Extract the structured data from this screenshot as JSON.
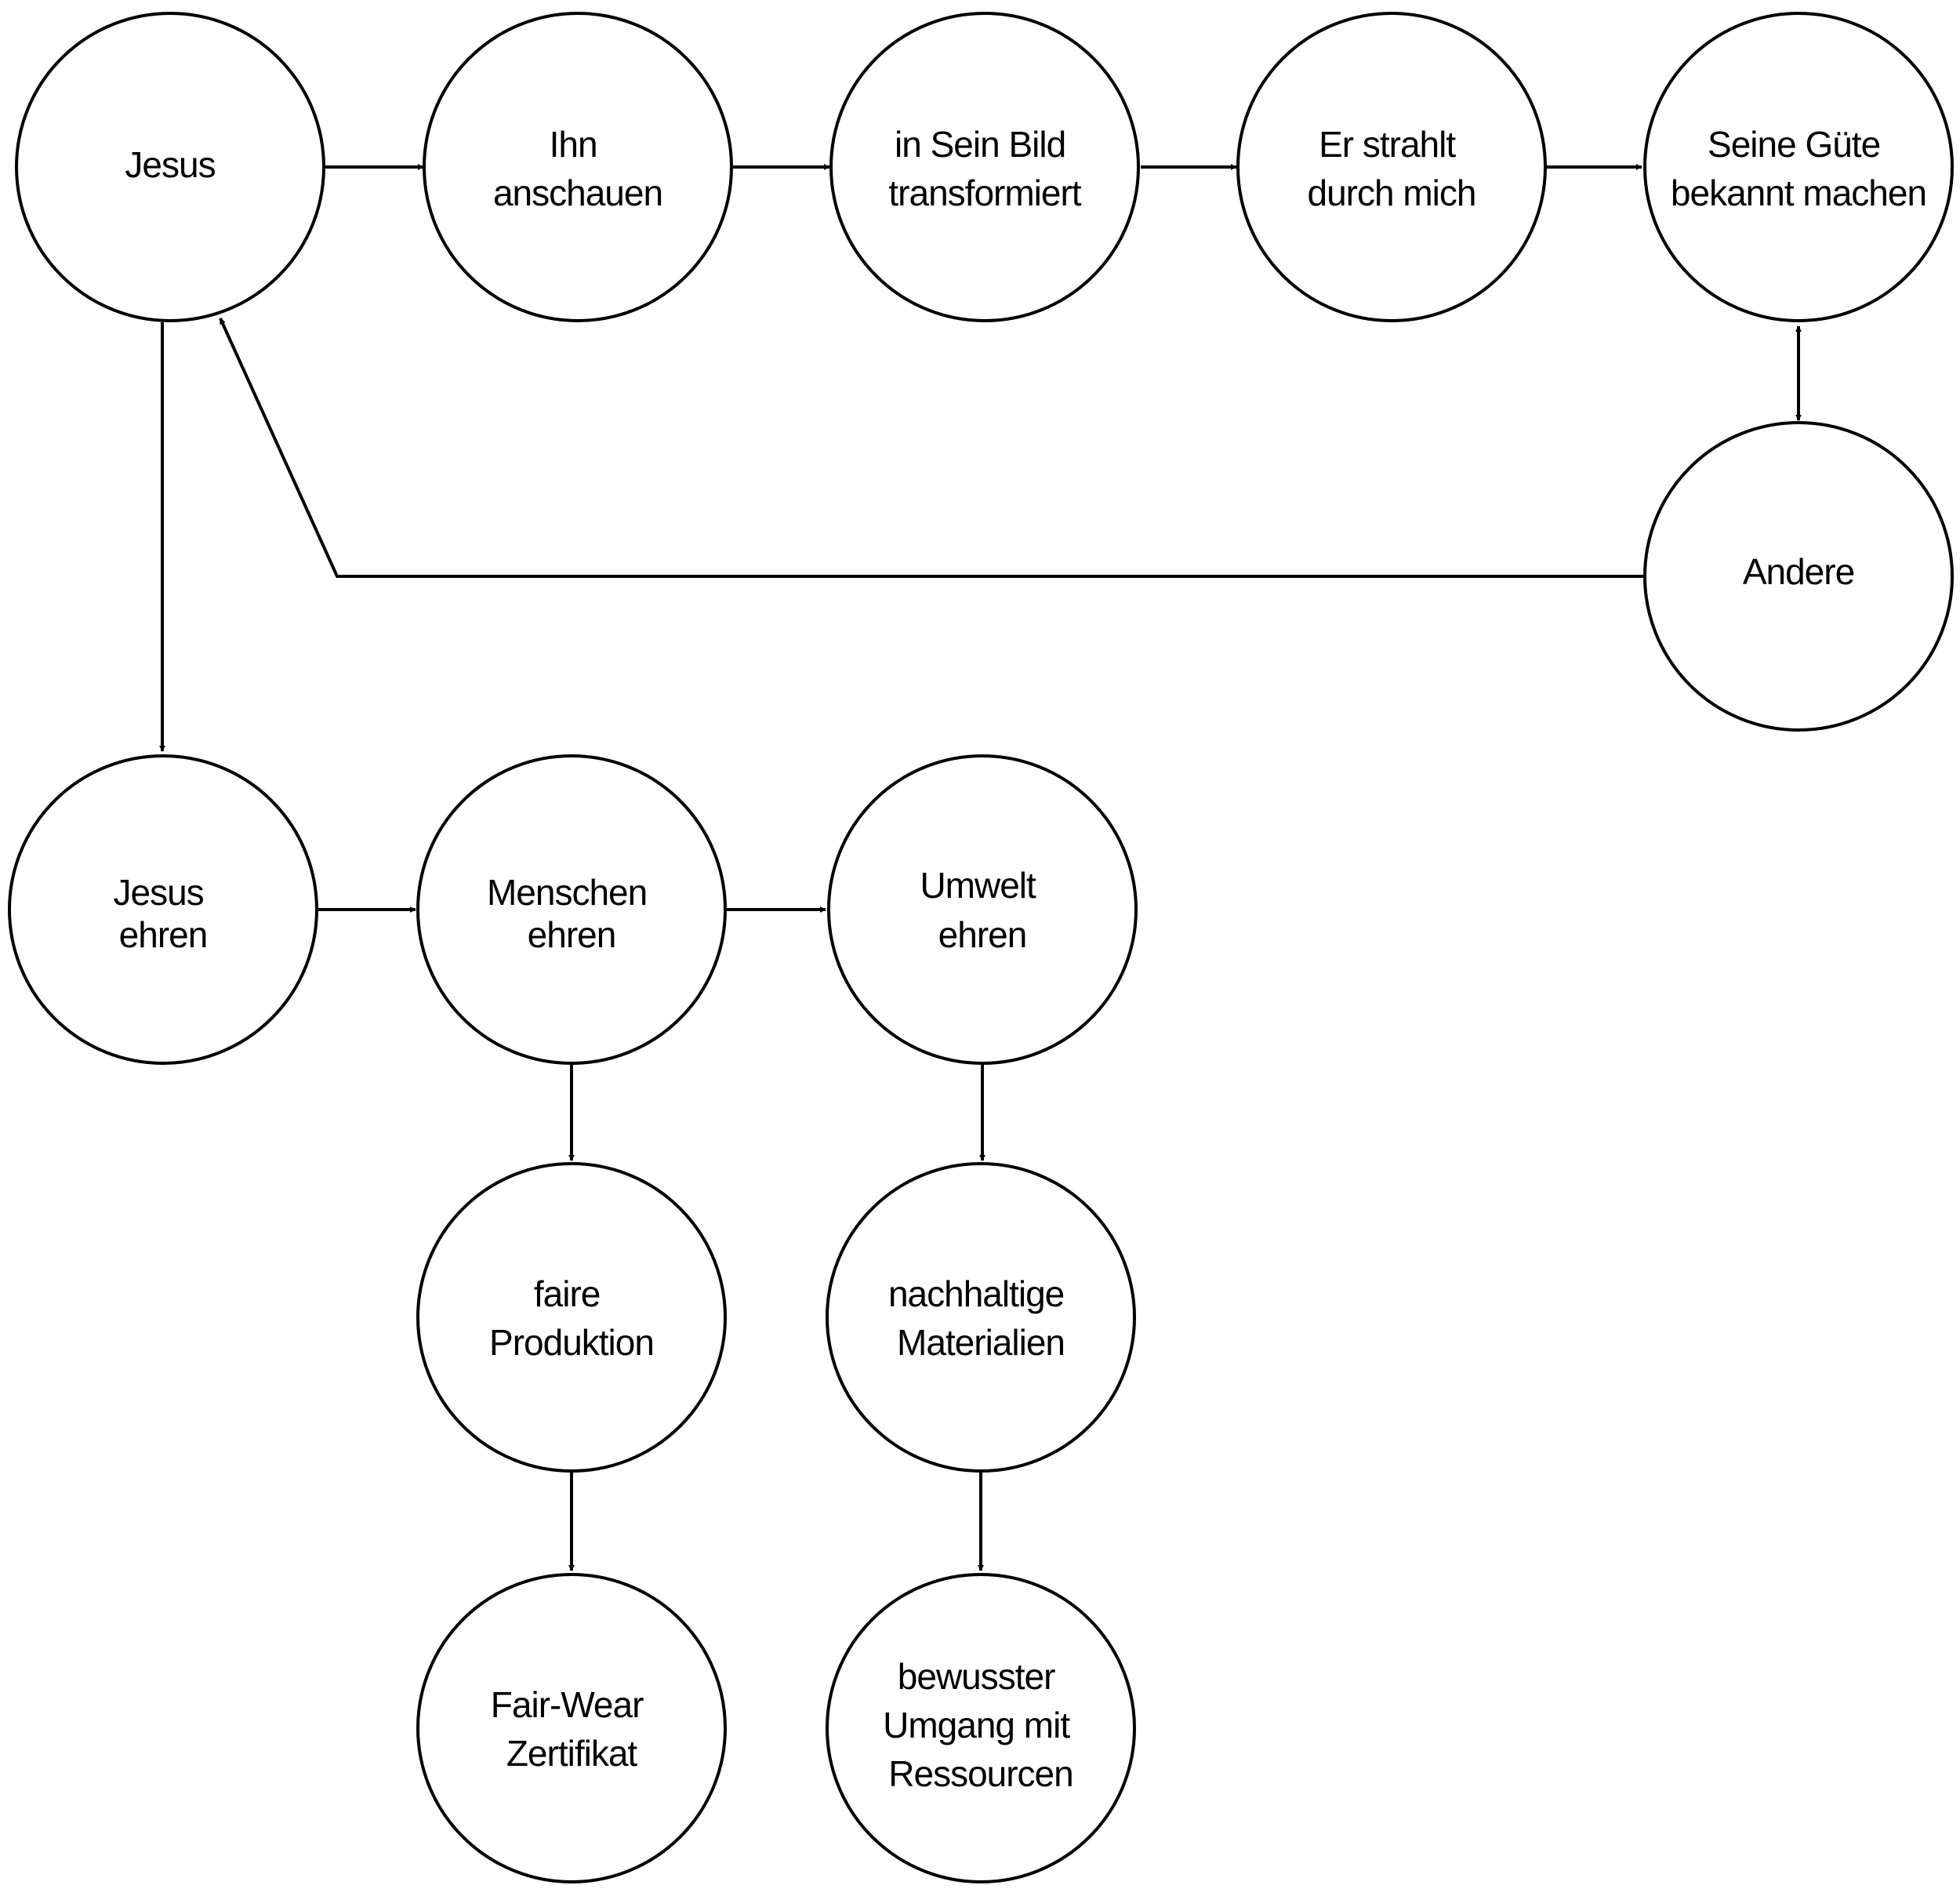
{
  "colors": {
    "stroke": "#000000",
    "background": "#ffffff",
    "text": "#000000"
  },
  "nodes": [
    {
      "id": "jesus",
      "lines": [
        "Jesus"
      ]
    },
    {
      "id": "ihn-anschauen",
      "lines": [
        "Ihn",
        "anschauen"
      ]
    },
    {
      "id": "sein-bild",
      "lines": [
        "in Sein Bild",
        "transformiert"
      ]
    },
    {
      "id": "er-strahlt",
      "lines": [
        "Er strahlt",
        "durch mich"
      ]
    },
    {
      "id": "seine-guete",
      "lines": [
        "Seine Güte",
        "bekannt machen"
      ]
    },
    {
      "id": "andere",
      "lines": [
        "Andere"
      ]
    },
    {
      "id": "jesus-ehren",
      "lines": [
        "Jesus",
        "ehren"
      ]
    },
    {
      "id": "menschen-ehren",
      "lines": [
        "Menschen",
        "ehren"
      ]
    },
    {
      "id": "umwelt-ehren",
      "lines": [
        "Umwelt",
        "ehren"
      ]
    },
    {
      "id": "faire-produktion",
      "lines": [
        "faire",
        "Produktion"
      ]
    },
    {
      "id": "nachhaltige-materialien",
      "lines": [
        "nachhaltige",
        "Materialien"
      ]
    },
    {
      "id": "fair-wear",
      "lines": [
        "Fair-Wear",
        "Zertifikat"
      ]
    },
    {
      "id": "ressourcen",
      "lines": [
        "bewusster",
        "Umgang mit",
        "Ressourcen"
      ]
    }
  ],
  "edges": [
    {
      "from": "jesus",
      "to": "ihn-anschauen",
      "type": "arrow"
    },
    {
      "from": "ihn-anschauen",
      "to": "sein-bild",
      "type": "arrow"
    },
    {
      "from": "sein-bild",
      "to": "er-strahlt",
      "type": "arrow"
    },
    {
      "from": "er-strahlt",
      "to": "seine-guete",
      "type": "arrow"
    },
    {
      "from": "seine-guete",
      "to": "andere",
      "type": "double-arrow"
    },
    {
      "from": "andere",
      "to": "jesus",
      "type": "arrow"
    },
    {
      "from": "jesus",
      "to": "jesus-ehren",
      "type": "arrow"
    },
    {
      "from": "jesus-ehren",
      "to": "menschen-ehren",
      "type": "arrow"
    },
    {
      "from": "menschen-ehren",
      "to": "umwelt-ehren",
      "type": "arrow"
    },
    {
      "from": "menschen-ehren",
      "to": "faire-produktion",
      "type": "arrow"
    },
    {
      "from": "umwelt-ehren",
      "to": "nachhaltige-materialien",
      "type": "arrow"
    },
    {
      "from": "faire-produktion",
      "to": "fair-wear",
      "type": "arrow"
    },
    {
      "from": "nachhaltige-materialien",
      "to": "ressourcen",
      "type": "arrow"
    }
  ]
}
